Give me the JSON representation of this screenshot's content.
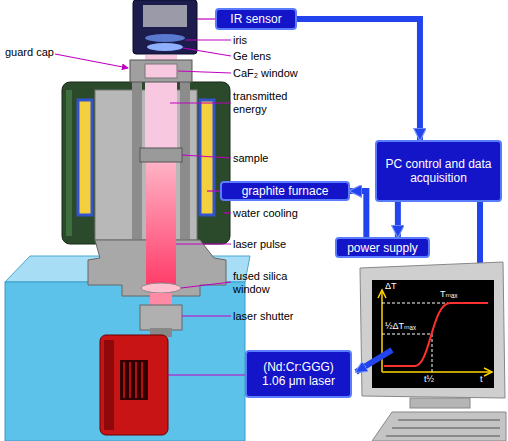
{
  "diagram": {
    "nodes": [
      {
        "text": [
          "IR sensor"
        ]
      },
      {
        "text": [
          "PC control and data acquisition"
        ]
      },
      {
        "text": [
          "graphite furnace"
        ]
      },
      {
        "text": [
          "power supply"
        ]
      },
      {
        "text": [
          "(Nd:Cr:GGG) 1.06 μm laser"
        ]
      }
    ],
    "edges": [
      {
        "from": 0,
        "to": 1,
        "arrow": "to"
      },
      {
        "from": 1,
        "to": 3,
        "arrow": "to"
      },
      {
        "from": 3,
        "to": 2,
        "arrow": "to"
      }
    ],
    "labels": [
      "guard cap",
      "iris",
      "Ge lens",
      "CaF₂ window",
      "transmitted energy",
      "sample",
      "water cooling",
      "laser pulse",
      "fused silica window",
      "laser shutter",
      "ΔT",
      "Tₘₐₓ",
      "½ΔTₘₐₓ",
      "t½",
      "t"
    ]
  }
}
